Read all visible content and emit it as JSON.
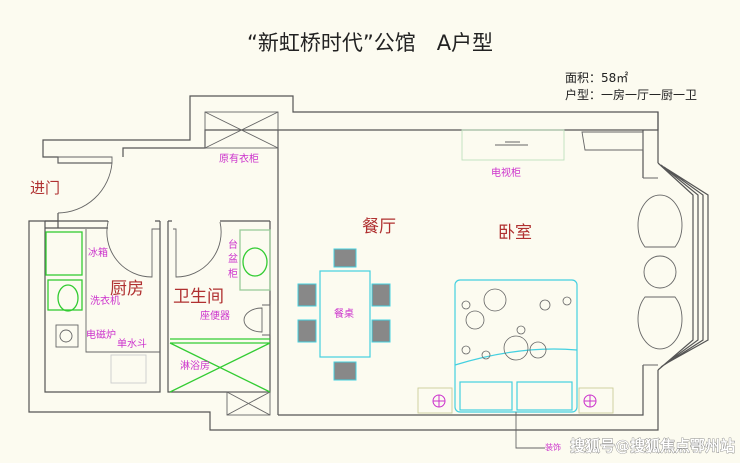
{
  "title": "“新虹桥时代”公馆　A户型",
  "info": {
    "area": "面积：58㎡",
    "layout": "户型：一房一厅一厨一卫"
  },
  "rooms": {
    "entrance": "进门",
    "dining": "餐厅",
    "bedroom": "卧室",
    "kitchen": "厨房",
    "bathroom": "卫生间"
  },
  "labels": {
    "wardrobe": "原有衣柜",
    "tv_cabinet": "电视柜",
    "fridge": "冰箱",
    "washer": "洗衣机",
    "induction": "电磁炉",
    "sink": "单水斗",
    "basin_1": "台",
    "basin_2": "盆",
    "basin_3": "柜",
    "toilet": "座便器",
    "shower": "淋浴房",
    "dining_table": "餐桌",
    "decor": "装饰"
  },
  "watermark": "搜狐号@搜狐焦点鄂州站"
}
